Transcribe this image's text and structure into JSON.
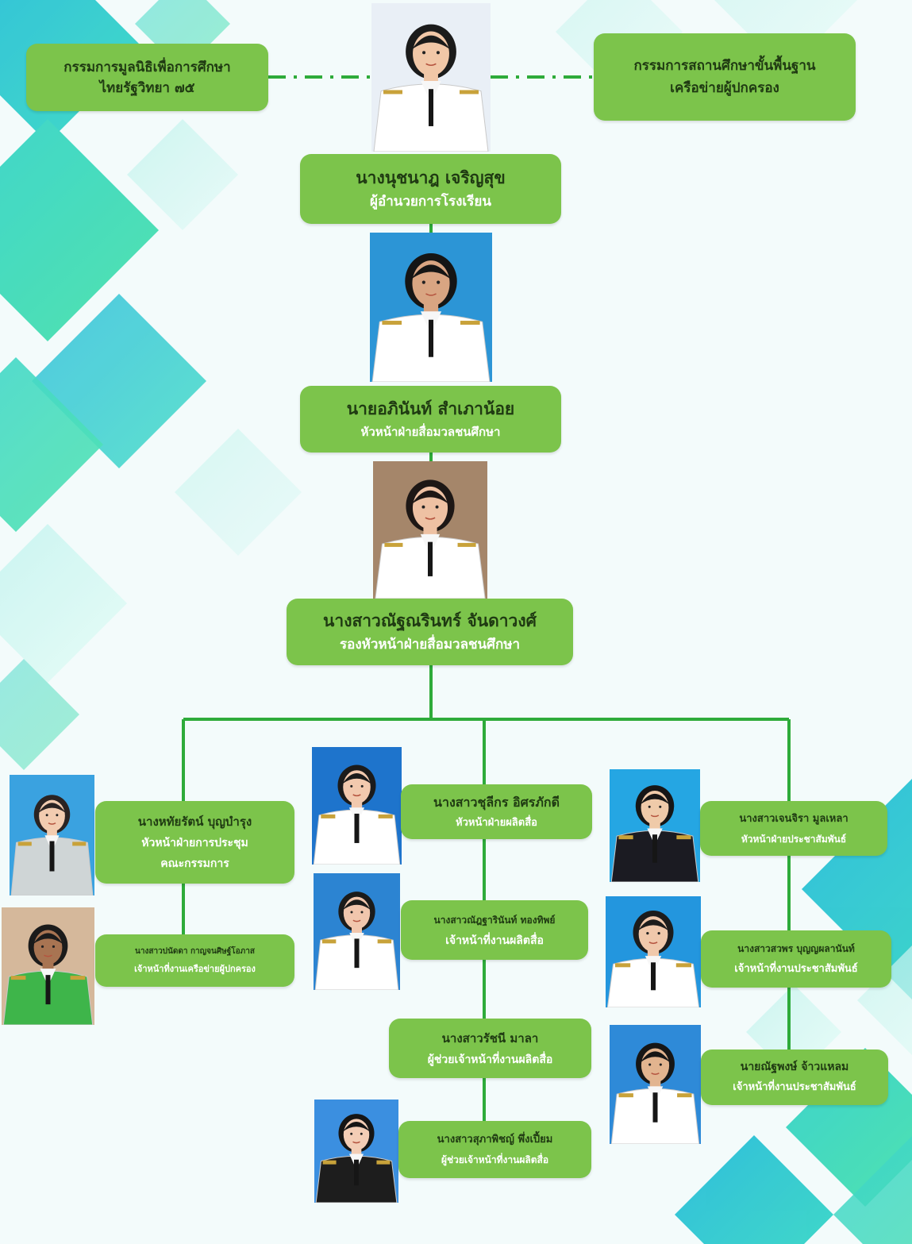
{
  "colors": {
    "box": "#7cc44b",
    "line": "#2eab3a",
    "deco_teal": "#3fd7c6",
    "deco_cyan": "#20c2d8",
    "deco_green": "#4ed79c"
  },
  "boards": {
    "left": {
      "line1": "กรรมการมูลนิธิเพื่อการศึกษา",
      "line2": "ไทยรัฐวิทยา ๗๕"
    },
    "right": {
      "line1": "กรรมการสถานศึกษาขั้นพื้นฐาน",
      "line2": "เครือข่ายผู้ปกครอง"
    }
  },
  "people": {
    "director": {
      "name": "นางนุชนาฎ เจริญสุข",
      "role": "ผู้อำนวยการโรงเรียน",
      "photo": "portrait-director"
    },
    "head": {
      "name": "นายอภินันท์ สำเภาน้อย",
      "role": "หัวหน้าฝ่ายสื่อมวลชนศึกษา",
      "photo": "portrait-head"
    },
    "deputy": {
      "name": "นางสาวณัฐณรินทร์ จันดาวงศ์",
      "role": "รองหัวหน้าฝ่ายสื่อมวลชนศึกษา",
      "photo": "portrait-deputy"
    },
    "meeting_head": {
      "name": "นางหทัยรัตน์ บุญบำรุง",
      "role": "หัวหน้าฝ่ายการประชุม",
      "role2": "คณะกรรมการ",
      "photo": "portrait-meeting-head"
    },
    "network_officer": {
      "name": "นางสาวปนัดดา กาญจนศิษฐ์โอภาส",
      "role": "เจ้าหน้าที่งานเครือข่ายผู้ปกครอง",
      "photo": "portrait-network-officer"
    },
    "media_head": {
      "name": "นางสาวชุลีกร อิศรภักดี",
      "role": "หัวหน้าฝ่ายผลิตสื่อ",
      "photo": "portrait-media-head"
    },
    "media_officer": {
      "name": "นางสาวณัฎฐารินันท์ ทองทิพย์",
      "role": "เจ้าหน้าที่งานผลิตสื่อ",
      "photo": "portrait-media-officer"
    },
    "media_assistant_1": {
      "name": "นางสาวรัชนี มาลา",
      "role": "ผู้ช่วยเจ้าหน้าที่งานผลิตสื่อ"
    },
    "media_assistant_2": {
      "name": "นางสาวสุภาพิชญ์ พึ่งเปี้ยม",
      "role": "ผู้ช่วยเจ้าหน้าที่งานผลิตสื่อ",
      "photo": "portrait-media-assistant"
    },
    "pr_head": {
      "name": "นางสาวเจนจิรา มูลเหลา",
      "role": "หัวหน้าฝ่ายประชาสัมพันธ์",
      "photo": "portrait-pr-head"
    },
    "pr_officer_1": {
      "name": "นางสาวสวพร บุญญผลานันท์",
      "role": "เจ้าหน้าที่งานประชาสัมพันธ์",
      "photo": "portrait-pr-officer-1"
    },
    "pr_officer_2": {
      "name": "นายณัฐพงษ์ จ้าวแหลม",
      "role": "เจ้าหน้าที่งานประชาสัมพันธ์",
      "photo": "portrait-pr-officer-2"
    }
  }
}
